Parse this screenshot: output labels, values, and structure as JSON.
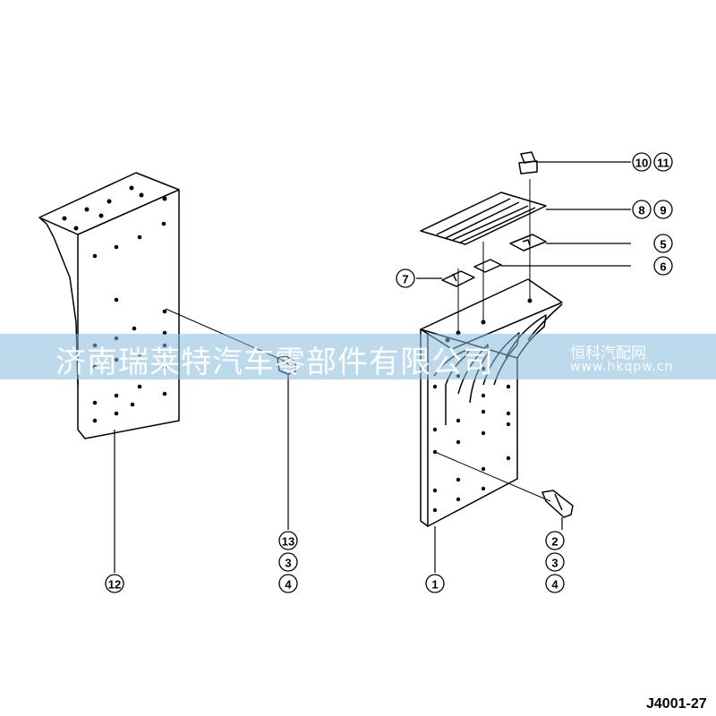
{
  "callouts": {
    "c1": "1",
    "c2": "2",
    "c3a": "3",
    "c3b": "3",
    "c4a": "4",
    "c4b": "4",
    "c5": "5",
    "c6": "6",
    "c7": "7",
    "c8": "8",
    "c9": "9",
    "c10": "10",
    "c11": "11",
    "c12": "12",
    "c13": "13"
  },
  "drawing_code": "J4001-27",
  "watermark": {
    "company": "济南瑞莱特汽车零部件有限公司",
    "brand": "恒科汽配网",
    "url": "www.hkqpw.cn"
  },
  "colors": {
    "line": "#000000",
    "banner": "#87b9dc"
  }
}
